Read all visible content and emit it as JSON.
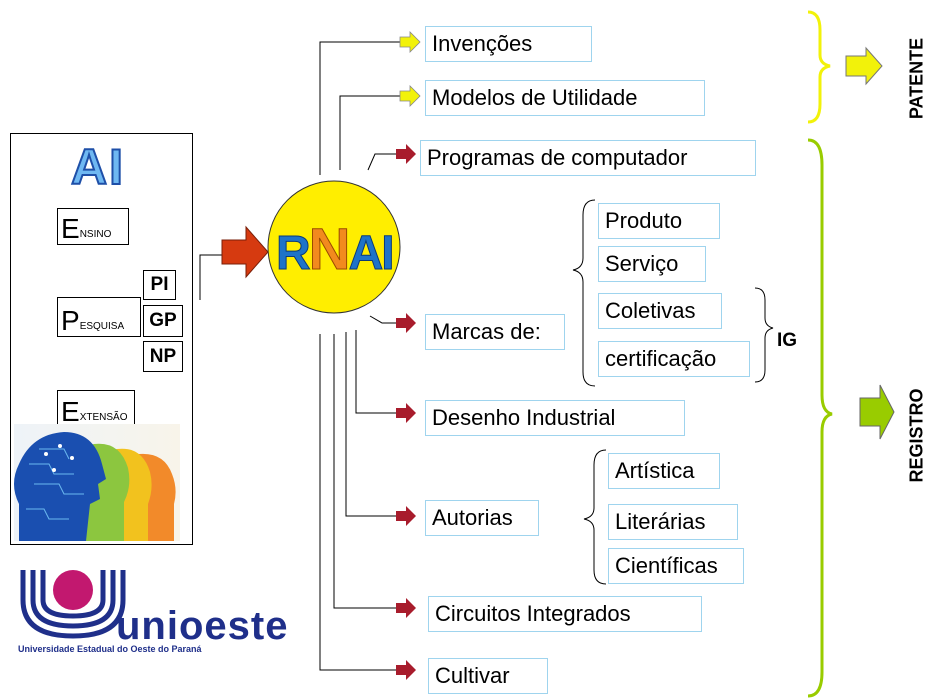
{
  "left_panel": {
    "title": "AI",
    "ensino": {
      "initial": "E",
      "rest": "NSINO"
    },
    "pesquisa": {
      "initial": "P",
      "rest": "ESQUISA"
    },
    "extensao": {
      "initial": "E",
      "rest": "XTENSÃO"
    },
    "pesquisa_tags": [
      "PI",
      "GP",
      "NP"
    ]
  },
  "center": {
    "r": "R",
    "n": "N",
    "ai": "AI"
  },
  "branches": {
    "invencoes": "Invenções",
    "modelos": "Modelos de Utilidade",
    "programas": "Programas de computador",
    "marcas": "Marcas de:",
    "desenho": "Desenho Industrial",
    "autorias": "Autorias",
    "circuitos": "Circuitos Integrados",
    "cultivar": "Cultivar"
  },
  "marcas_sub": [
    "Produto",
    "Serviço",
    "Coletivas",
    "certificação"
  ],
  "autorias_sub": [
    "Artística",
    "Literárias",
    "Científicas"
  ],
  "ig_label": "IG",
  "patente_label": "PATENTE",
  "registro_label": "REGISTRO",
  "logo": {
    "name": "unioeste",
    "subtitle": "Universidade Estadual do Oeste do Paraná"
  },
  "colors": {
    "patente_yellow": "#f2f20a",
    "registro_green": "#99cc00",
    "arrow_red": "#a81c2c",
    "circle_yellow": "#ffee00",
    "ai_blue": "#1e73c8",
    "n_orange": "#f28a1e",
    "box_border": "#9fd4ee"
  }
}
